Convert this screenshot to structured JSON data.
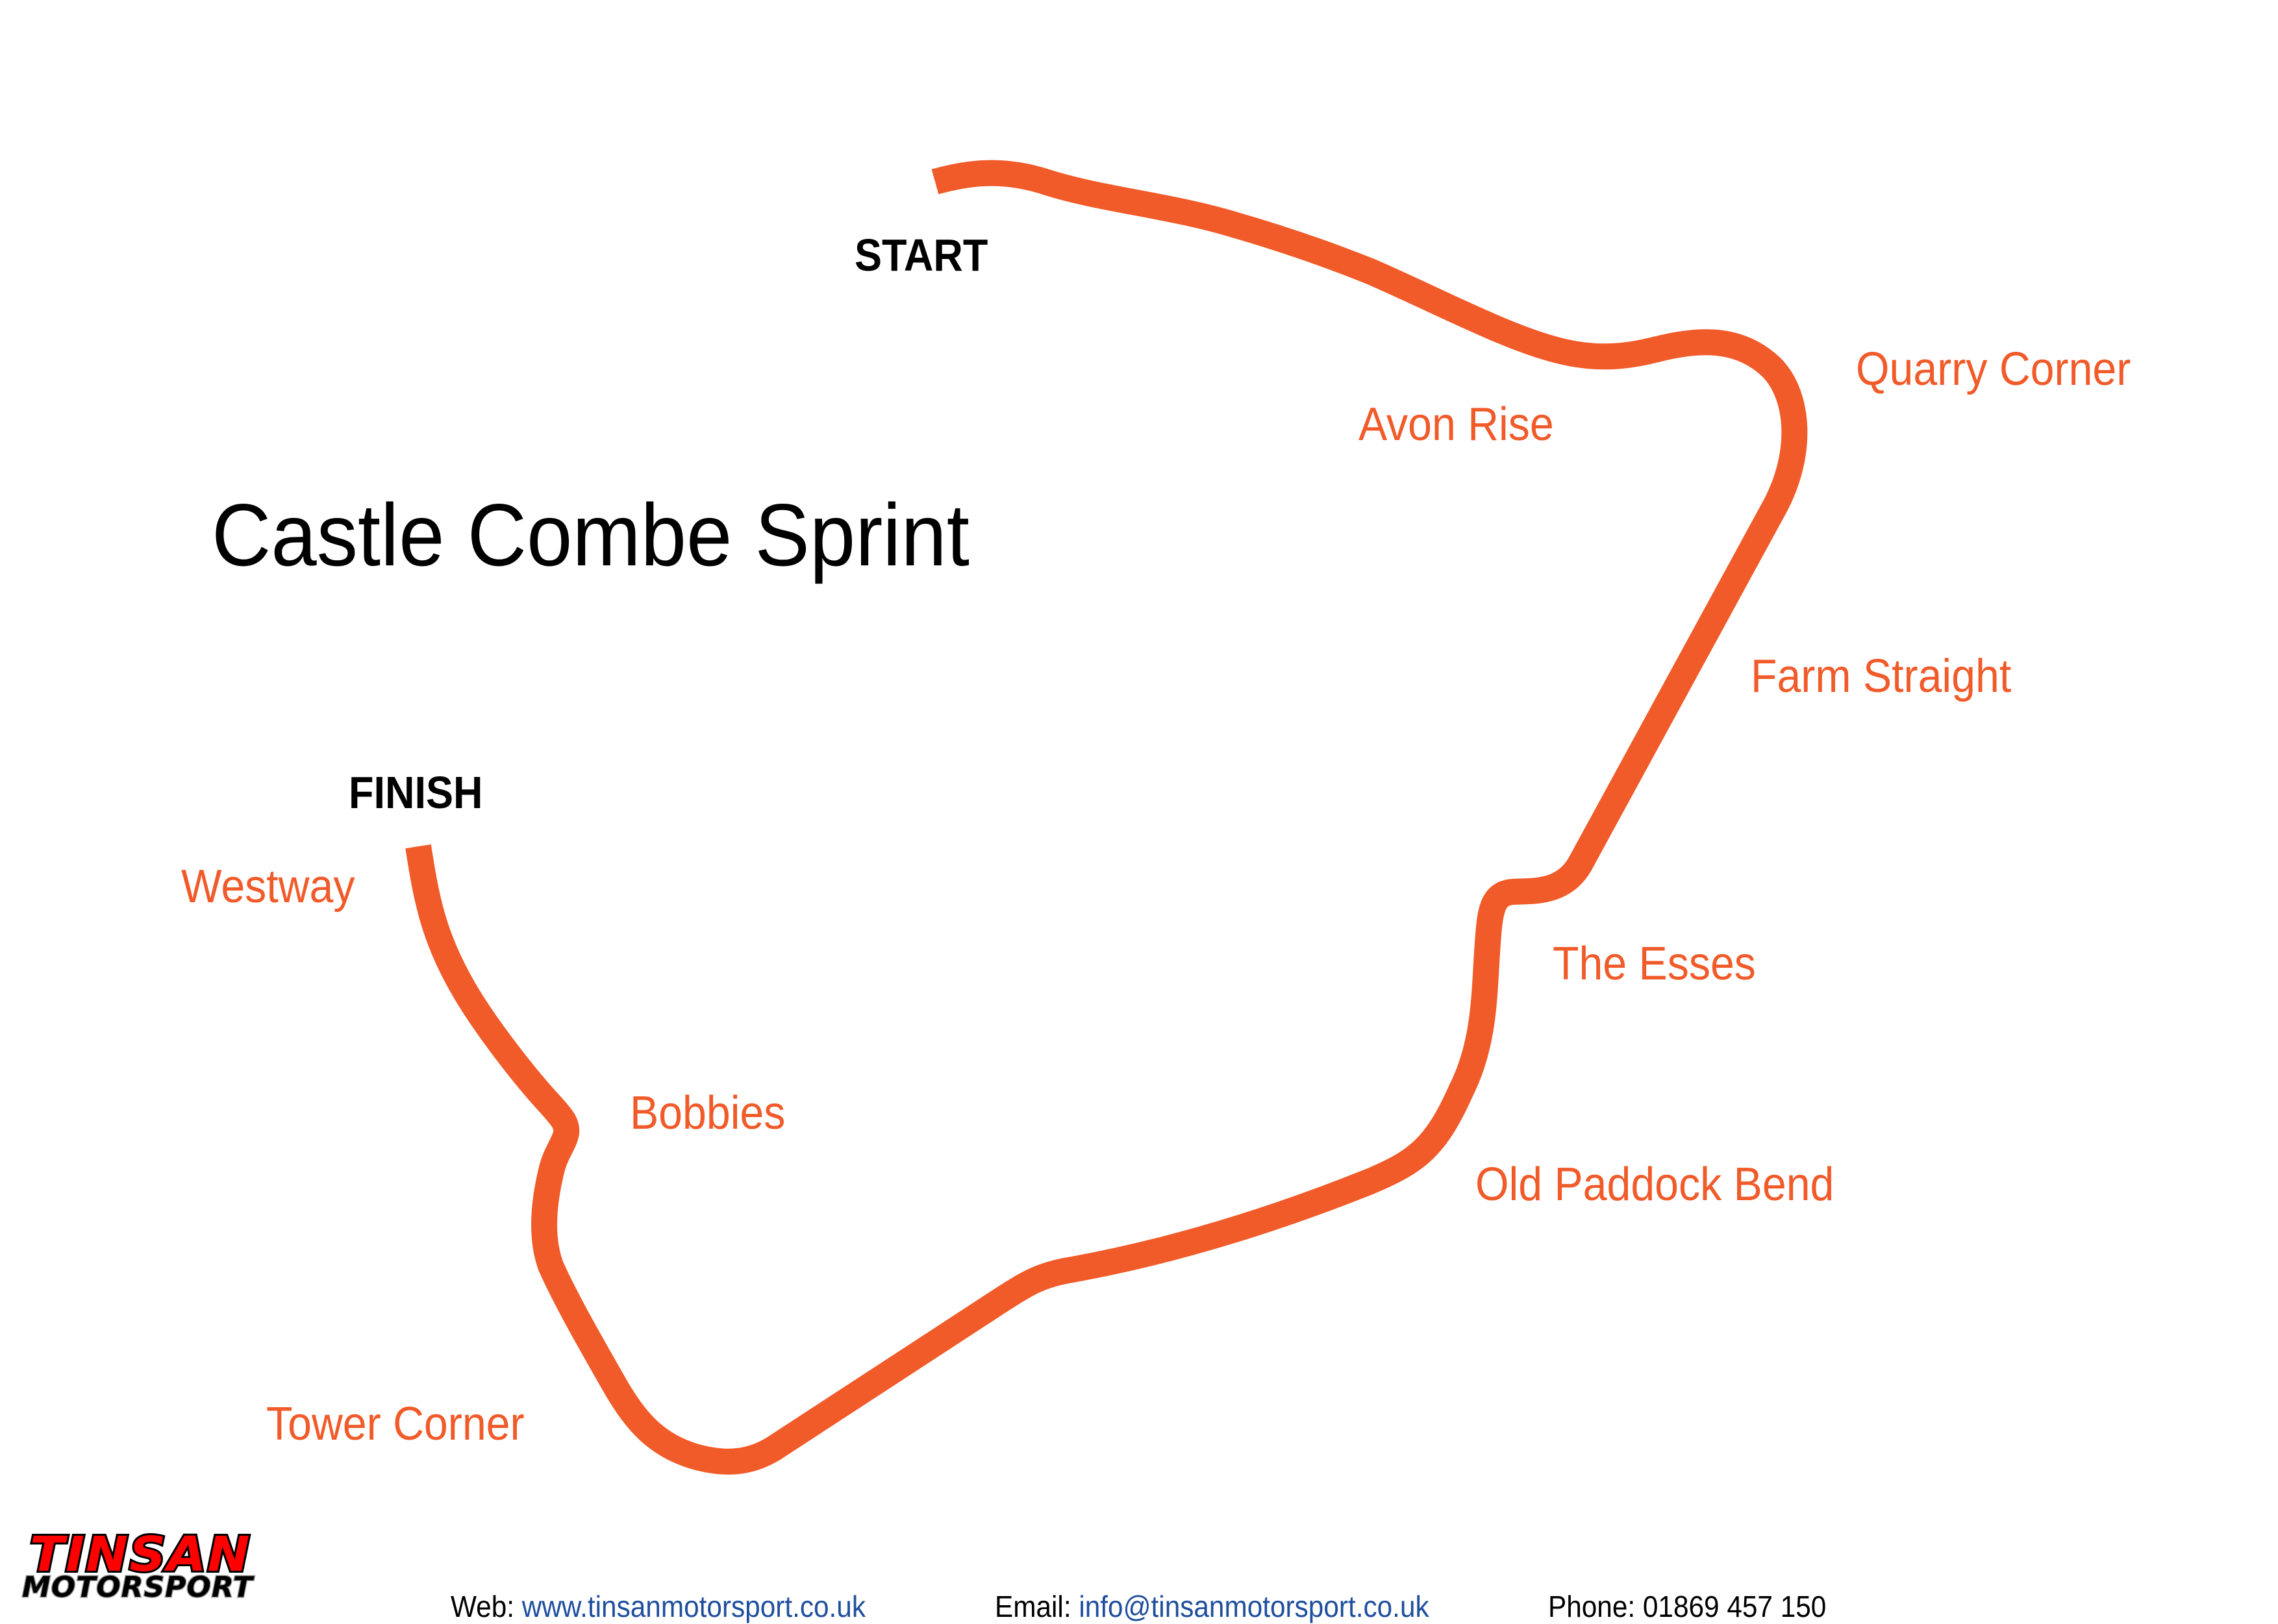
{
  "title": "Castle Combe Sprint",
  "markers": {
    "start": "START",
    "finish": "FINISH"
  },
  "corners": [
    {
      "id": "avon-rise",
      "label": "Avon Rise"
    },
    {
      "id": "quarry-corner",
      "label": "Quarry Corner"
    },
    {
      "id": "farm-straight",
      "label": "Farm Straight"
    },
    {
      "id": "the-esses",
      "label": "The Esses"
    },
    {
      "id": "old-paddock-bend",
      "label": "Old Paddock Bend"
    },
    {
      "id": "tower-corner",
      "label": "Tower Corner"
    },
    {
      "id": "bobbies",
      "label": "Bobbies"
    },
    {
      "id": "westway",
      "label": "Westway"
    }
  ],
  "colors": {
    "track": "#F15A29",
    "labels": "#F15A29",
    "text": "#000000",
    "link": "#1F4E9E",
    "logo_red": "#FF0000"
  },
  "logo": {
    "line1": "TINSAN",
    "line2": "MOTORSPORT"
  },
  "footer": {
    "web_label": "Web:",
    "web_value": "www.tinsanmotorsport.co.uk",
    "email_label": "Email:",
    "email_value": "info@tinsanmotorsport.co.uk",
    "phone_label": "Phone:",
    "phone_value": "01869 457 150"
  }
}
